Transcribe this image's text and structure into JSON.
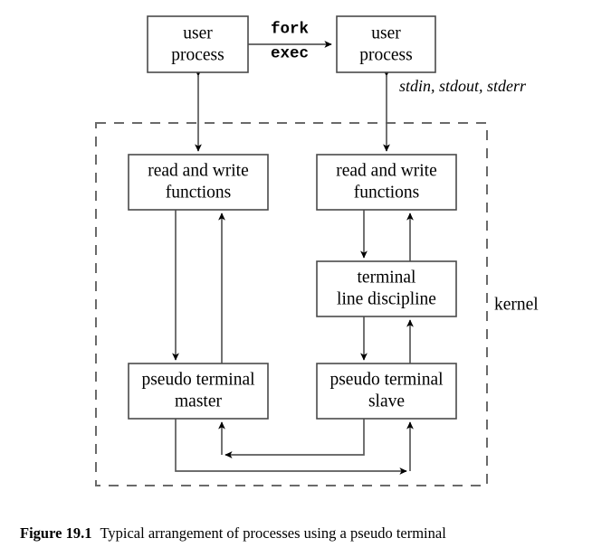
{
  "figure": {
    "caption_label": "Figure 19.1",
    "caption_text": "Typical arrangement of processes using a pseudo terminal"
  },
  "diagram": {
    "kernel_label": "kernel",
    "fork_label": "fork",
    "exec_label": "exec",
    "stdio_label": "stdin, stdout, stderr",
    "boxes": {
      "user_process_left_line1": "user",
      "user_process_left_line2": "process",
      "user_process_right_line1": "user",
      "user_process_right_line2": "process",
      "rw_left_line1": "read and write",
      "rw_left_line2": "functions",
      "rw_right_line1": "read and write",
      "rw_right_line2": "functions",
      "tty_line1": "terminal",
      "tty_line2": "line discipline",
      "ptm_line1": "pseudo terminal",
      "ptm_line2": "master",
      "pts_line1": "pseudo terminal",
      "pts_line2": "slave"
    },
    "colors": {
      "box_stroke": "#4a4a4a",
      "connector": "#5a5a5a",
      "kernel_dash": "#6a6a6a",
      "background": "#ffffff",
      "text": "#000000"
    }
  }
}
